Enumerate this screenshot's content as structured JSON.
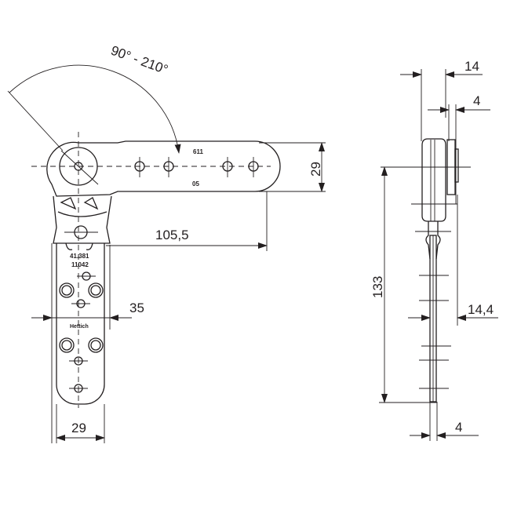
{
  "dimensions": {
    "angle": "90° - 210°",
    "arm_width": "29",
    "arm_length": "105,5",
    "bracket_offset": "35",
    "bracket_width": "29",
    "side_depth": "14",
    "side_plate": "4",
    "side_height": "133",
    "side_offset": "14,4",
    "side_thickness": "4"
  },
  "markings": {
    "arm_top": "611",
    "arm_bottom": "05",
    "part_no": "41.381",
    "code": "11042",
    "logo": "Hettich"
  }
}
